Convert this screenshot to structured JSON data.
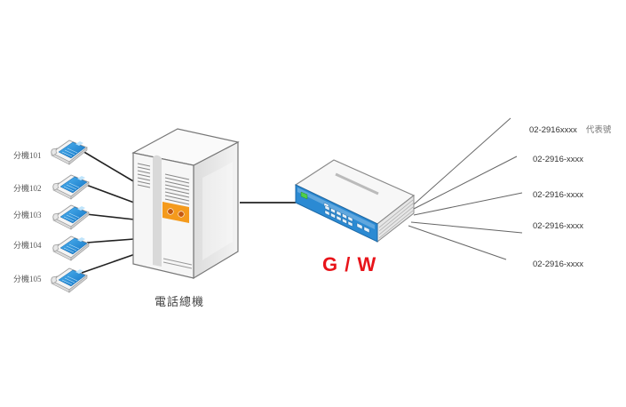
{
  "colors": {
    "phone_blue": "#1e8fd8",
    "gateway_red": "#e8141a",
    "pbx_accent": "#f49a1c",
    "router_blue": "#2b8ad3",
    "line": "#222222",
    "trunk_line": "#666666"
  },
  "extensions": [
    {
      "label": "分機101",
      "icon": "desk-phone-icon"
    },
    {
      "label": "分機102",
      "icon": "desk-phone-icon"
    },
    {
      "label": "分機103",
      "icon": "desk-phone-icon"
    },
    {
      "label": "分機104",
      "icon": "desk-phone-icon"
    },
    {
      "label": "分機105",
      "icon": "desk-phone-icon"
    }
  ],
  "pbx": {
    "label": "電話總機",
    "icon": "pbx-server-icon"
  },
  "gateway": {
    "label": "G / W",
    "icon": "gateway-router-icon"
  },
  "trunk_numbers": [
    {
      "number": "02-2916xxxx",
      "note": "代表號"
    },
    {
      "number": "02-2916-xxxx",
      "note": ""
    },
    {
      "number": "02-2916-xxxx",
      "note": ""
    },
    {
      "number": "02-2916-xxxx",
      "note": ""
    },
    {
      "number": "02-2916-xxxx",
      "note": ""
    }
  ]
}
